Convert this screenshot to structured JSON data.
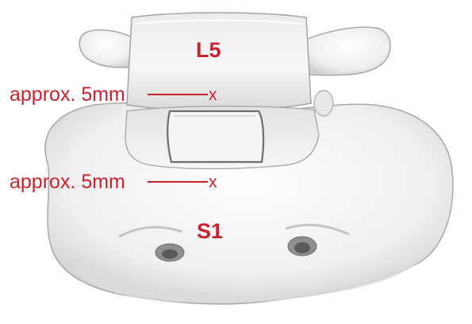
{
  "labels": {
    "upper_vertebra": "L5",
    "lower_vertebra": "S1",
    "upper_distance": "approx. 5mm",
    "lower_distance": "approx. 5mm",
    "marker_symbol": "x"
  },
  "colors": {
    "annotation": "#c8232c",
    "bone_fill": "#f3f3f3",
    "bone_shadow": "#bdbdbd"
  }
}
